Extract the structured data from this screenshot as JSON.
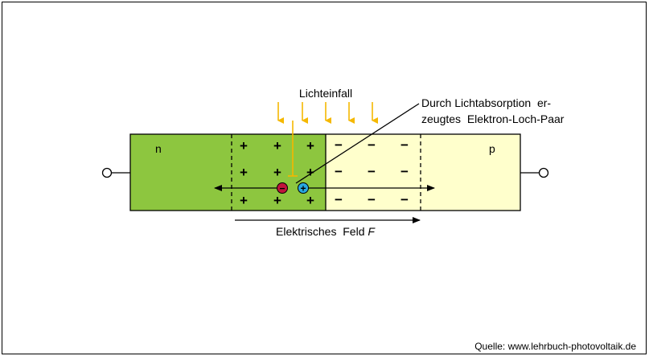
{
  "diagram": {
    "regions": {
      "n_label": "n",
      "p_label": "p"
    },
    "light_label": "Lichteinfall",
    "pair_label_line1": "Durch Lichtabsorption  er-",
    "pair_label_line2": "zeugtes  Elektron-Loch-Paar",
    "field_label": "Elektrisches  Feld ",
    "field_symbol": "F",
    "plus_symbol": "+",
    "minus_symbol": "−",
    "electron_symbol": "−",
    "hole_symbol": "+",
    "source": "Quelle: www.lehrbuch-photovoltaik.de"
  },
  "colors": {
    "n_region": "#8dc63f",
    "p_region": "#ffffcc",
    "light_arrow": "#f5b800",
    "electron": "#c0143c",
    "hole": "#29a9e1",
    "frame": "#000000"
  }
}
